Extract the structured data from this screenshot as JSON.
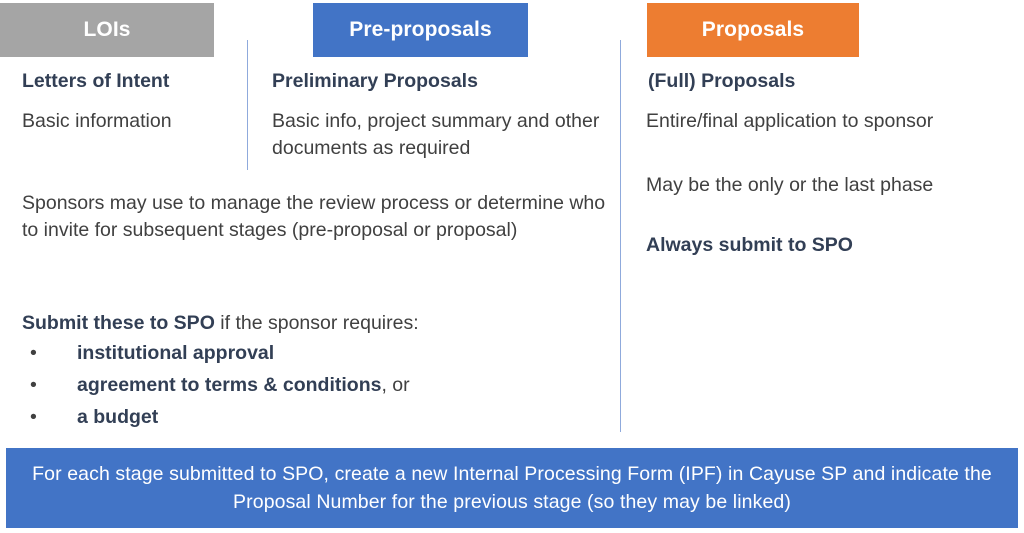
{
  "stages": [
    {
      "chip_label": "LOIs",
      "chip_color": "#a5a5a5",
      "heading": "Letters of Intent",
      "body": "Basic information"
    },
    {
      "chip_label": "Pre-proposals",
      "chip_color": "#4274c6",
      "heading": "Preliminary Proposals",
      "body": "Basic info, project summary and other documents as required"
    },
    {
      "chip_label": "Proposals",
      "chip_color": "#ed7d31",
      "heading": "(Full) Proposals",
      "body_1": "Entire/final application to sponsor",
      "body_2": "May be the only or the last phase",
      "body_3": "Always submit to SPO"
    }
  ],
  "shared": {
    "paragraph": "Sponsors may use to manage the review process or determine who to invite for subsequent stages (pre-proposal or proposal)",
    "bullet_intro_bold": "Submit these to SPO",
    "bullet_intro_rest": " if the sponsor requires:",
    "bullets": [
      {
        "marker": "•",
        "bold": "institutional approval",
        "rest": ""
      },
      {
        "marker": "•",
        "bold": "agreement to terms & conditions",
        "rest": ", or"
      },
      {
        "marker": "•",
        "bold": "a budget",
        "rest": ""
      }
    ]
  },
  "banner": {
    "text": "For each stage submitted to SPO, create a new Internal Processing Form (IPF) in Cayuse SP and indicate the Proposal Number for the previous stage (so they may be linked)",
    "background": "#4274c6",
    "text_color": "#ffffff"
  }
}
